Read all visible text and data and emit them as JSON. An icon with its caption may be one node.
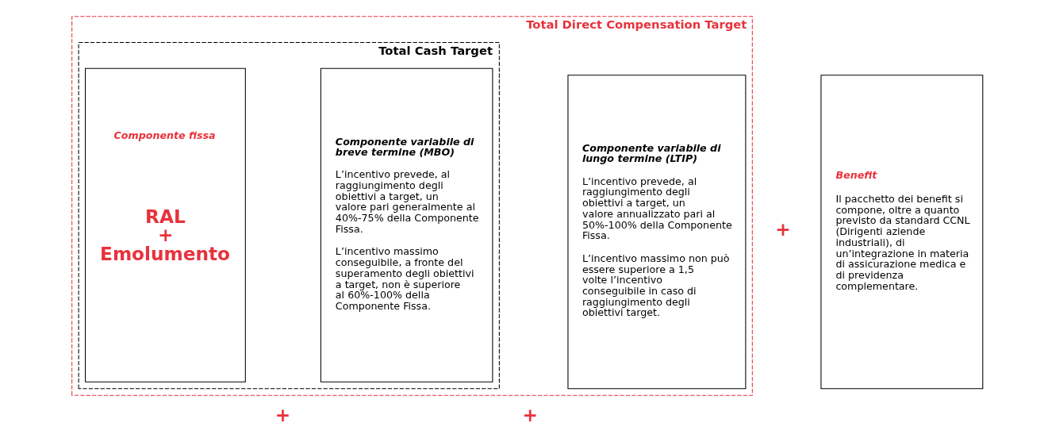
{
  "diagram": {
    "nodes": [
      {
        "text": [
          "Total Direct Compensation Target"
        ]
      },
      {
        "text": [
          "Total Cash Target"
        ],
        "in": 0
      },
      {
        "text": [
          "Componente fissa",
          "RAL + Emolumento"
        ],
        "in": 1
      },
      {
        "text": [
          "Componente variabile di breve termine (MBO)",
          "L’incentivo prevede, al raggiungimento degli obiettivi a target, un valore pari generalmente al 40%-75% della Componente Fissa.",
          "L’incentivo massimo conseguibile, a fronte del superamento degli obiettivi a target, non è superiore al 60%-100% della Componente Fissa."
        ],
        "in": 1
      },
      {
        "text": [
          "Componente variabile di lungo termine (LTIP)",
          "L’incentivo prevede, al raggiungimento degli obiettivi a target, un valore annualizzato pari al 50%-100% della Componente Fissa.",
          "L’incentivo massimo non può essere superiore a 1,5 volte l’incentivo conseguibile in caso di raggiungimento degli obiettivi target."
        ],
        "in": 0
      },
      {
        "text": [
          "Benefit",
          "Il pacchetto dei benefit si compone, oltre a quanto previsto da standard CCNL (Dirigenti aziende industriali), di un’integrazione in materia di assicurazione medica e di previdenza complementare."
        ]
      }
    ],
    "labels": [
      "+",
      "+",
      "+"
    ]
  }
}
